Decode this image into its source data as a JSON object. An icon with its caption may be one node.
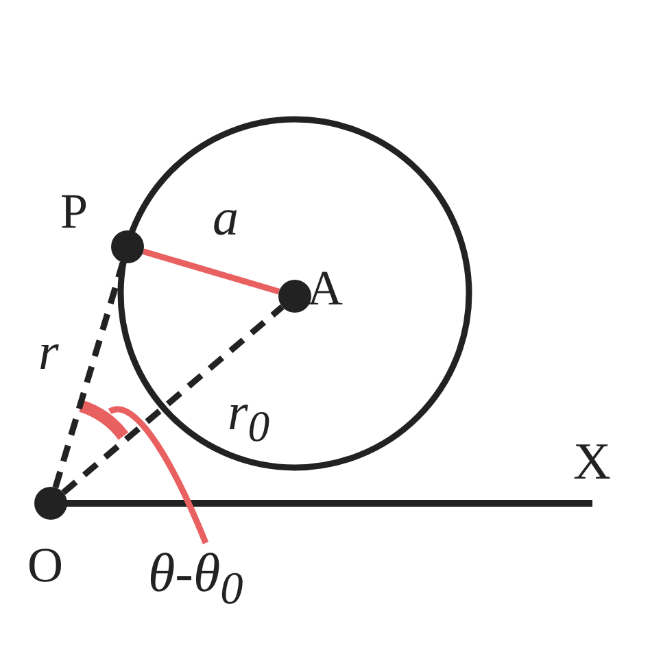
{
  "diagram": {
    "nodes": [
      {
        "text": [
          "P"
        ]
      },
      {
        "text": [
          "A"
        ]
      },
      {
        "text": [
          "O"
        ]
      },
      {
        "text": [
          "θ-θ$_{0}$"
        ]
      },
      {
        "text": [],
        "shape": "arc"
      }
    ],
    "edges": [
      {
        "from": 0,
        "to": 1,
        "arrow": "none",
        "label": "a",
        "color": "#e8605f"
      },
      {
        "from": 2,
        "to": 0,
        "arrow": "none",
        "label": "r",
        "style": "dashed",
        "color": "#222222"
      },
      {
        "from": 2,
        "to": 1,
        "arrow": "none",
        "label": "r$_{0}$",
        "style": "dashed",
        "color": "#222222"
      },
      {
        "from": 3,
        "to": 4,
        "arrow": "none",
        "color": "#e8605f"
      }
    ],
    "labels": [
      "X"
    ]
  }
}
